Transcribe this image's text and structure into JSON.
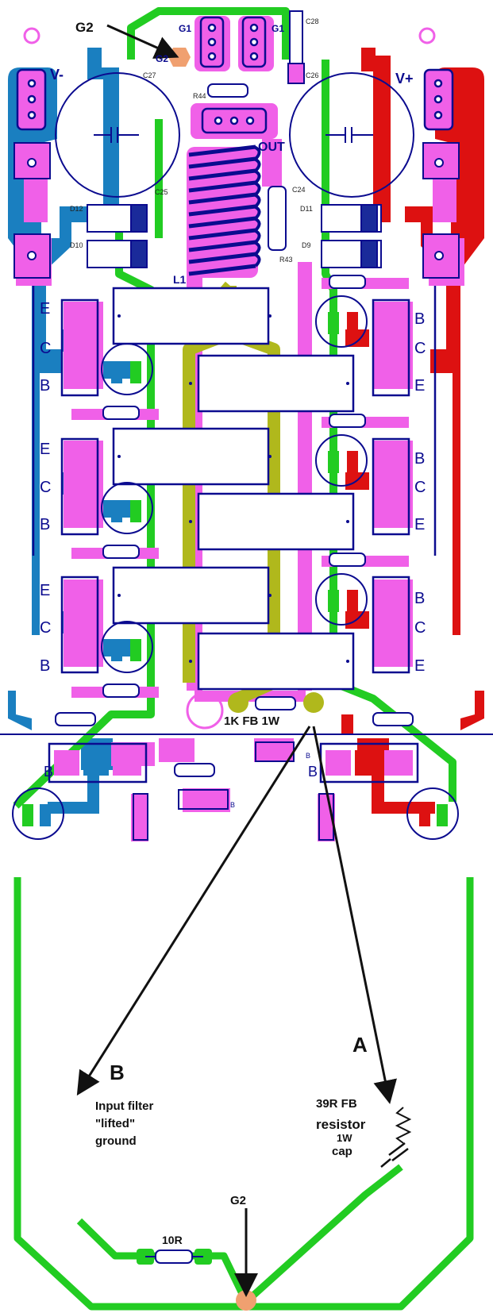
{
  "labels": {
    "g2_top": "G2",
    "g1_left": "G1",
    "g1_right": "G1",
    "g2_pad": "G2",
    "v_minus": "V-",
    "v_plus": "V+",
    "out": "OUT",
    "l1": "L1",
    "c28": "C28",
    "c27": "C27",
    "c26": "C26",
    "c25": "C25",
    "c24": "C24",
    "r44": "R44",
    "r43": "R43",
    "d12": "D12",
    "d10": "D10",
    "d11": "D11",
    "d9": "D9",
    "fb": "1K FB 1W",
    "a": "A",
    "b": "B",
    "input_filter_1": "Input filter",
    "input_filter_2": "\"lifted\"",
    "input_filter_3": "ground",
    "g2_bottom": "G2",
    "r10": "10R",
    "fb39_1": "39R FB",
    "fb39_2": "resistor",
    "fb39_3": "1W",
    "fb39_4": "cap"
  },
  "transistor_pins_left": [
    "E",
    "C",
    "B",
    "E",
    "C",
    "B",
    "E",
    "C",
    "B"
  ],
  "transistor_pins_right": [
    "B",
    "C",
    "E",
    "B",
    "C",
    "E",
    "B",
    "C",
    "E"
  ],
  "driver_pins": [
    "B",
    "B",
    "B",
    "B"
  ],
  "colors": {
    "magenta": "#f060e8",
    "green": "#22cc22",
    "blue": "#1a7fc0",
    "red": "#dd1111",
    "olive": "#b0b81c",
    "navy": "#0b0b8f",
    "copper": "#f0a070"
  }
}
